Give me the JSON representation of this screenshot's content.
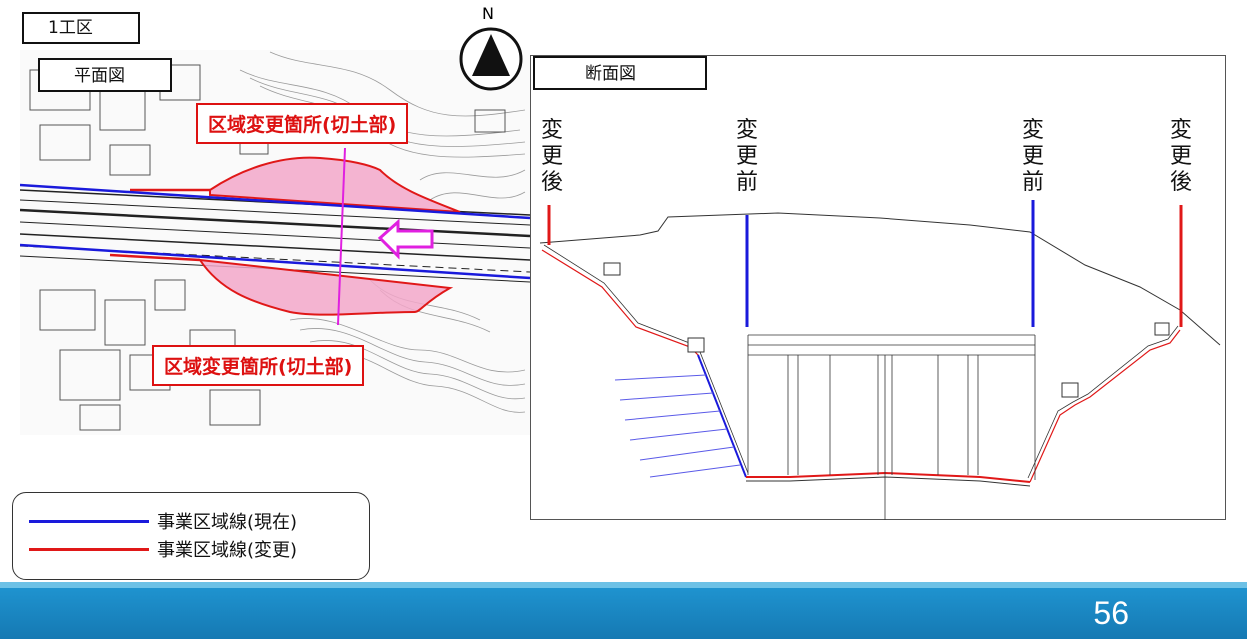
{
  "section_label": "1工区",
  "plan_label": "平面図",
  "section_view_label": "断面図",
  "north_label": "N",
  "change_area_label_top": "区域変更箇所(切土部)",
  "change_area_label_bottom": "区域変更箇所(切土部)",
  "vertical_labels": {
    "left_after": "変更後",
    "left_before": "変更前",
    "right_before": "変更前",
    "right_after": "変更後"
  },
  "legend": {
    "current": {
      "label": "事業区域線(現在)",
      "color": "#1a1adb"
    },
    "changed": {
      "label": "事業区域線(変更)",
      "color": "#e01818"
    }
  },
  "page_number": "56",
  "colors": {
    "accent_red": "#dd1111",
    "accent_blue": "#1a1adb",
    "cut_fill": "#f2a7c9",
    "arrow_magenta": "#e020e0",
    "footer_blue": "#1a86c2"
  }
}
